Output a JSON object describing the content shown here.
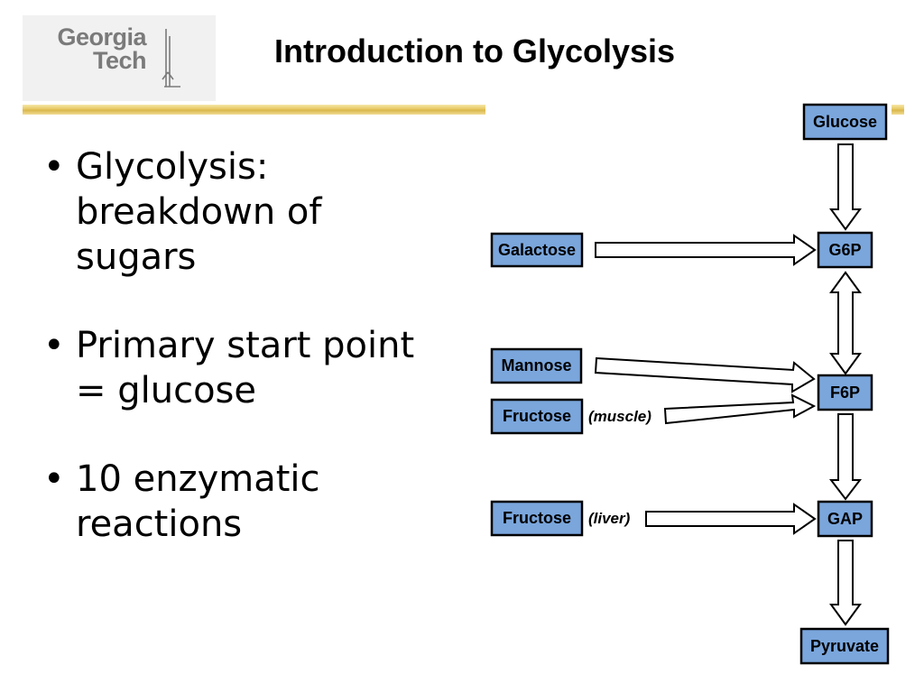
{
  "logo": {
    "line1": "Georgia",
    "line2": "Tech"
  },
  "title": "Introduction to Glycolysis",
  "bullets": [
    {
      "text": "Glycolysis: breakdown of sugars"
    },
    {
      "text": "Primary start point = glucose"
    },
    {
      "text": "10 enzymatic reactions"
    }
  ],
  "diagram": {
    "nodes": {
      "glucose": "Glucose",
      "g6p": "G6P",
      "galactose": "Galactose",
      "mannose": "Mannose",
      "f6p": "F6P",
      "fructose_muscle": "Fructose",
      "fructose_liver": "Fructose",
      "gap": "GAP",
      "pyruvate": "Pyruvate"
    },
    "notes": {
      "muscle": "(muscle)",
      "liver": "(liver)"
    },
    "colors": {
      "node_fill": "#7aa6dc",
      "accent_gold": "#e2c35a"
    }
  }
}
